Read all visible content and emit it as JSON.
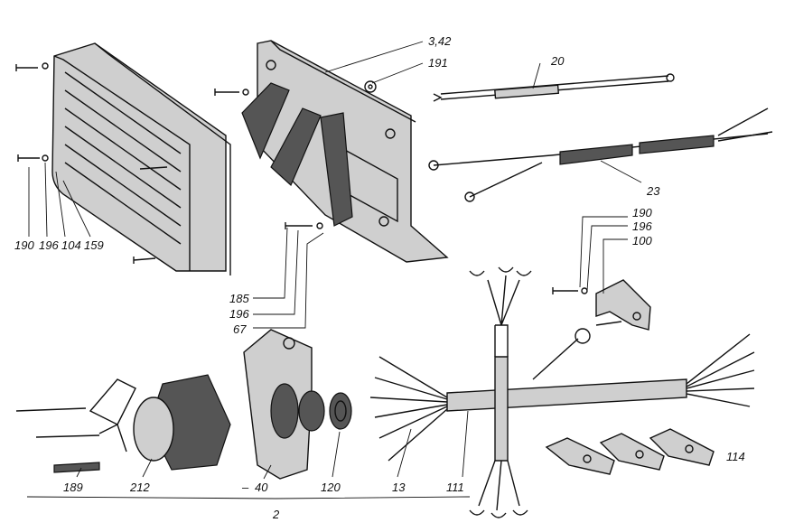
{
  "labels": {
    "l342": "3,42",
    "l191": "191",
    "l20": "20",
    "l23": "23",
    "l190a": "190",
    "l196a": "196",
    "l104": "104",
    "l159": "159",
    "l190b": "190",
    "l196b": "196",
    "l100": "100",
    "l185": "185",
    "l196c": "196",
    "l67": "67",
    "l189": "189",
    "l212": "212",
    "l40": "40",
    "l120": "120",
    "l13": "13",
    "l111": "111",
    "l114": "114",
    "l2": "2"
  }
}
